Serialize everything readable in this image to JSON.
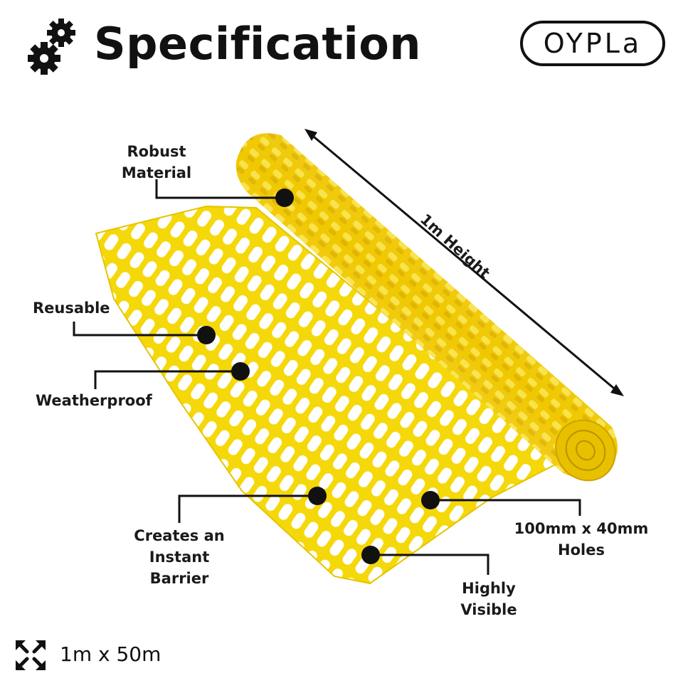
{
  "header": {
    "title": "Specification",
    "gear_icon": "gears-icon",
    "logo_text": "OYPLa"
  },
  "product": {
    "image": "yellow-mesh-barrier-fence-roll",
    "mesh_color": "#f5d80a",
    "roll_color": "#f3cf00"
  },
  "annotations": {
    "robust": [
      "Robust",
      "Material"
    ],
    "reusable": "Reusable",
    "weatherproof": "Weatherproof",
    "barrier": [
      "Creates an",
      "Instant",
      "Barrier"
    ],
    "holes": [
      "100mm x 40mm",
      "Holes"
    ],
    "visible": [
      "Highly",
      "Visible"
    ],
    "height": "1m Height"
  },
  "footer": {
    "size_icon": "expand-arrows-icon",
    "size_text": "1m x 50m"
  }
}
